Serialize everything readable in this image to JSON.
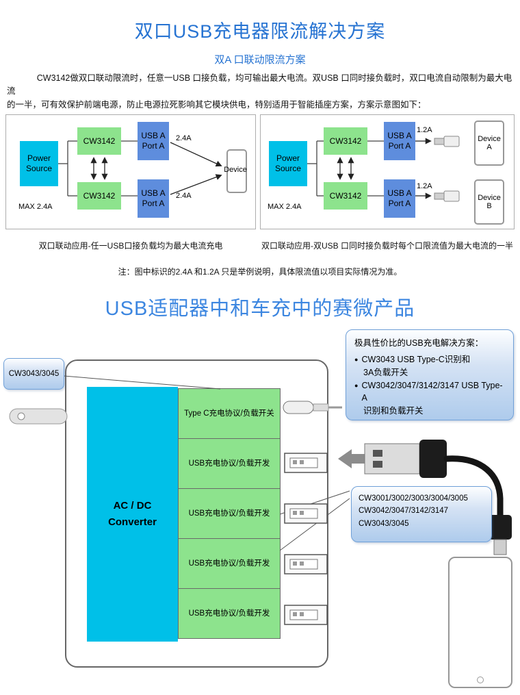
{
  "colors": {
    "title_blue": "#2673D2",
    "section_blue": "#3C86E0",
    "power_cyan": "#00C0E8",
    "chip_green": "#8DE38D",
    "port_blue": "#5E8DDD",
    "callout_border": "#6FA0D8"
  },
  "icons": {
    "bullet": "●"
  },
  "header": {
    "title": "双口USB充电器限流解决方案",
    "subtitle": "双A 口联动限流方案",
    "intro_line1": "CW3142做双口联动限流时，任意一USB 口接负载，均可输出最大电流。双USB 口同时接负载时，双口电流自动限制为最大电流",
    "intro_line2": "的一半，可有效保护前端电源，防止电源拉死影响其它模块供电，特别适用于智能插座方案，方案示意图如下："
  },
  "diagram_left": {
    "power_source": "Power Source",
    "max_label": "MAX 2.4A",
    "chip_top": "CW3142",
    "chip_bottom": "CW3142",
    "port_top": "USB A Port A",
    "port_bottom": "USB A Port A",
    "current_top": "2.4A",
    "current_bottom": "2.4A",
    "device": "Device",
    "caption": "双口联动应用-任一USB口接负载均为最大电流充电"
  },
  "diagram_right": {
    "power_source": "Power Source",
    "max_label": "MAX 2.4A",
    "chip_top": "CW3142",
    "chip_bottom": "CW3142",
    "port_top": "USB A Port A",
    "port_bottom": "USB A Port A",
    "current_top": "1.2A",
    "current_bottom": "1.2A",
    "device_a": "Device A",
    "device_b": "Device B",
    "caption": "双口联动应用-双USB 口同时接负载时每个口限流值为最大电流的一半"
  },
  "note": "注：图中标识的2.4A 和1.2A 只是举例说明，具体限流值以项目实际情况为准。",
  "section2": {
    "title": "USB适配器中和车充中的赛微产品",
    "chip_label": "CW3043/3045",
    "converter": "AC / DC Converter",
    "rows": [
      {
        "label": "Type C充电协议/负载开关"
      },
      {
        "label": "USB充电协议/负载开发"
      },
      {
        "label": "USB充电协议/负载开发"
      },
      {
        "label": "USB充电协议/负载开发"
      },
      {
        "label": "USB充电协议/负载开发"
      }
    ],
    "callout_solutions": {
      "title": "极具性价比的USB充电解决方案：",
      "bullet1_line1": "CW3043 USB Type-C识别和",
      "bullet1_line2": "3A负载开关",
      "bullet2_line1": "CW3042/3047/3142/3147 USB Type-A",
      "bullet2_line2": "识别和负载开关"
    },
    "callout_parts": {
      "line1": "CW3001/3002/3003/3004/3005",
      "line2": "CW3042/3047/3142/3147",
      "line3": "CW3043/3045"
    }
  }
}
